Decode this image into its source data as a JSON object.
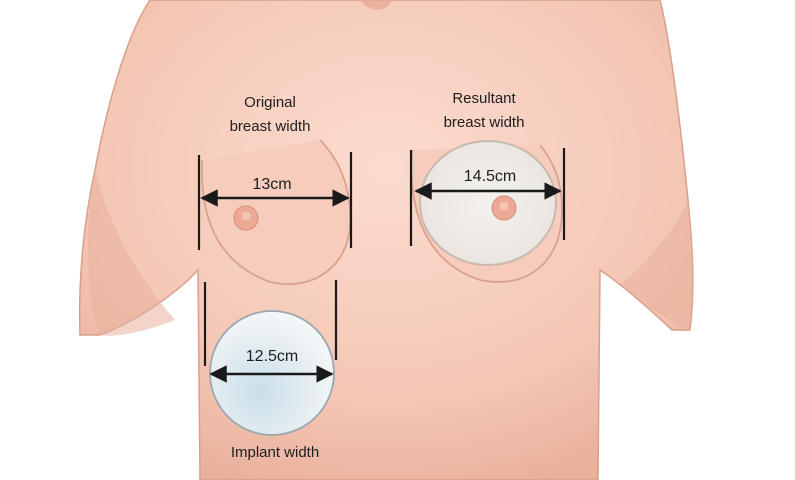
{
  "labels": {
    "original_line1": "Original",
    "original_line2": "breast width",
    "resultant_line1": "Resultant",
    "resultant_line2": "breast width",
    "implant_label": "Implant width"
  },
  "measurements": {
    "original": "13cm",
    "resultant": "14.5cm",
    "implant": "12.5cm"
  },
  "colors": {
    "skin": "#f4c6b4",
    "skin_shadow": "#e3a792",
    "skin_highlight": "#fbdccf",
    "line": "#1a1a1a",
    "implant": "#dfe9ef",
    "nipple": "#e9a48f"
  }
}
